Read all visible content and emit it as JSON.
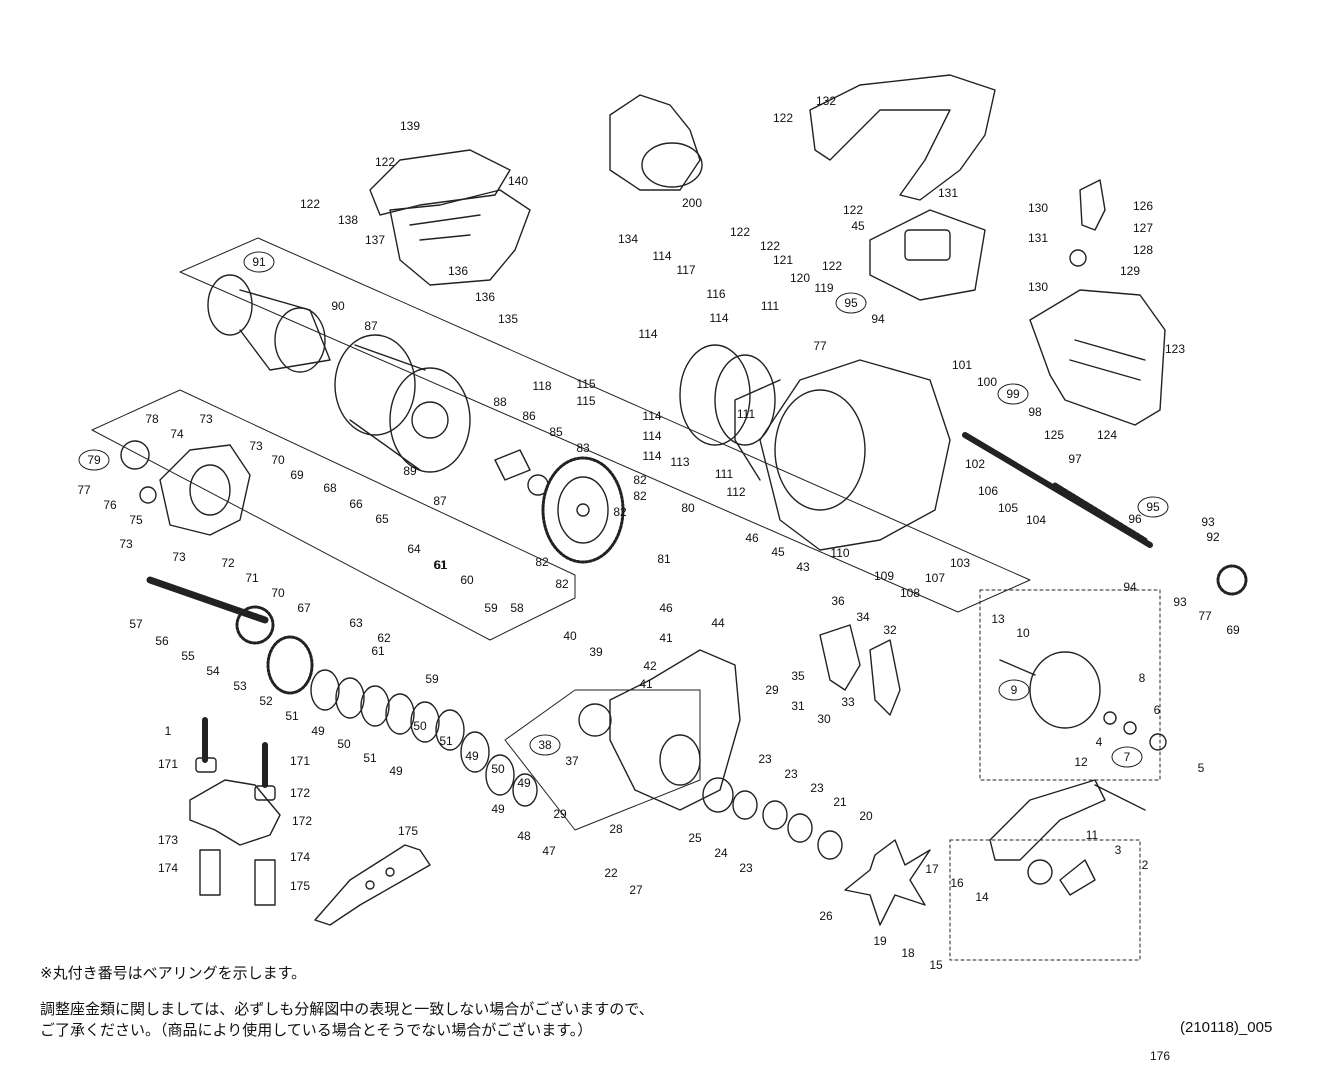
{
  "notes": {
    "bearing": "※丸付き番号はベアリングを示します。",
    "adjust_line1": "調整座金類に関しましては、必ずしも分解図中の表現と一致しない場合がございますので、",
    "adjust_line2": "ご了承ください。（商品により使用している場合とそうでない場合がございます。）"
  },
  "doc_code": "(210118)_005",
  "part_labels": [
    {
      "id": "139"
    },
    {
      "id": "122"
    },
    {
      "id": "122"
    },
    {
      "id": "138"
    },
    {
      "id": "137"
    },
    {
      "id": "136"
    },
    {
      "id": "136"
    },
    {
      "id": "140"
    },
    {
      "id": "200"
    },
    {
      "id": "134"
    },
    {
      "id": "135"
    },
    {
      "id": "132"
    },
    {
      "id": "122"
    },
    {
      "id": "122"
    },
    {
      "id": "131"
    },
    {
      "id": "130"
    },
    {
      "id": "131"
    },
    {
      "id": "45"
    },
    {
      "id": "126"
    },
    {
      "id": "127"
    },
    {
      "id": "128"
    },
    {
      "id": "129"
    },
    {
      "id": "130"
    },
    {
      "id": "123"
    },
    {
      "id": "91"
    },
    {
      "id": "90"
    },
    {
      "id": "87"
    },
    {
      "id": "114"
    },
    {
      "id": "117"
    },
    {
      "id": "118"
    },
    {
      "id": "122"
    },
    {
      "id": "122"
    },
    {
      "id": "121"
    },
    {
      "id": "120"
    },
    {
      "id": "122"
    },
    {
      "id": "116"
    },
    {
      "id": "111"
    },
    {
      "id": "119"
    },
    {
      "id": "95"
    },
    {
      "id": "94"
    },
    {
      "id": "77"
    },
    {
      "id": "114"
    },
    {
      "id": "114"
    },
    {
      "id": "115"
    },
    {
      "id": "115"
    },
    {
      "id": "114"
    },
    {
      "id": "114"
    },
    {
      "id": "114"
    },
    {
      "id": "113"
    },
    {
      "id": "111"
    },
    {
      "id": "112"
    },
    {
      "id": "111"
    },
    {
      "id": "101"
    },
    {
      "id": "100"
    },
    {
      "id": "99"
    },
    {
      "id": "98"
    },
    {
      "id": "125"
    },
    {
      "id": "124"
    },
    {
      "id": "88"
    },
    {
      "id": "86"
    },
    {
      "id": "85"
    },
    {
      "id": "83"
    },
    {
      "id": "89"
    },
    {
      "id": "87"
    },
    {
      "id": "82"
    },
    {
      "id": "82"
    },
    {
      "id": "80"
    },
    {
      "id": "82"
    },
    {
      "id": "81"
    },
    {
      "id": "82"
    },
    {
      "id": "82"
    },
    {
      "id": "102"
    },
    {
      "id": "97"
    },
    {
      "id": "106"
    },
    {
      "id": "105"
    },
    {
      "id": "104"
    },
    {
      "id": "96"
    },
    {
      "id": "95"
    },
    {
      "id": "93"
    },
    {
      "id": "92"
    },
    {
      "id": "110"
    },
    {
      "id": "109"
    },
    {
      "id": "108"
    },
    {
      "id": "107"
    },
    {
      "id": "103"
    },
    {
      "id": "94"
    },
    {
      "id": "93"
    },
    {
      "id": "77"
    },
    {
      "id": "69"
    },
    {
      "id": "78"
    },
    {
      "id": "73"
    },
    {
      "id": "74"
    },
    {
      "id": "79"
    },
    {
      "id": "77"
    },
    {
      "id": "76"
    },
    {
      "id": "75"
    },
    {
      "id": "73"
    },
    {
      "id": "73"
    },
    {
      "id": "73"
    },
    {
      "id": "70"
    },
    {
      "id": "69"
    },
    {
      "id": "68"
    },
    {
      "id": "66"
    },
    {
      "id": "65"
    },
    {
      "id": "72"
    },
    {
      "id": "71"
    },
    {
      "id": "70"
    },
    {
      "id": "67"
    },
    {
      "id": "64"
    },
    {
      "id": "61"
    },
    {
      "id": "60"
    },
    {
      "id": "63"
    },
    {
      "id": "62"
    },
    {
      "id": "59"
    },
    {
      "id": "58"
    },
    {
      "id": "61"
    },
    {
      "id": "59"
    },
    {
      "id": "46"
    },
    {
      "id": "45"
    },
    {
      "id": "43"
    },
    {
      "id": "46"
    },
    {
      "id": "44"
    },
    {
      "id": "61"
    },
    {
      "id": "57"
    },
    {
      "id": "56"
    },
    {
      "id": "55"
    },
    {
      "id": "54"
    },
    {
      "id": "53"
    },
    {
      "id": "52"
    },
    {
      "id": "51"
    },
    {
      "id": "49"
    },
    {
      "id": "50"
    },
    {
      "id": "51"
    },
    {
      "id": "49"
    },
    {
      "id": "50"
    },
    {
      "id": "51"
    },
    {
      "id": "49"
    },
    {
      "id": "50"
    },
    {
      "id": "49"
    },
    {
      "id": "49"
    },
    {
      "id": "48"
    },
    {
      "id": "47"
    },
    {
      "id": "40"
    },
    {
      "id": "39"
    },
    {
      "id": "41"
    },
    {
      "id": "42"
    },
    {
      "id": "41"
    },
    {
      "id": "36"
    },
    {
      "id": "34"
    },
    {
      "id": "32"
    },
    {
      "id": "35"
    },
    {
      "id": "33"
    },
    {
      "id": "29"
    },
    {
      "id": "31"
    },
    {
      "id": "30"
    },
    {
      "id": "38"
    },
    {
      "id": "37"
    },
    {
      "id": "23"
    },
    {
      "id": "23"
    },
    {
      "id": "23"
    },
    {
      "id": "21"
    },
    {
      "id": "20"
    },
    {
      "id": "29"
    },
    {
      "id": "28"
    },
    {
      "id": "25"
    },
    {
      "id": "24"
    },
    {
      "id": "23"
    },
    {
      "id": "22"
    },
    {
      "id": "27"
    },
    {
      "id": "26"
    },
    {
      "id": "19"
    },
    {
      "id": "18"
    },
    {
      "id": "17"
    },
    {
      "id": "16"
    },
    {
      "id": "15"
    },
    {
      "id": "14"
    },
    {
      "id": "13"
    },
    {
      "id": "10"
    },
    {
      "id": "9"
    },
    {
      "id": "8"
    },
    {
      "id": "6"
    },
    {
      "id": "4"
    },
    {
      "id": "7"
    },
    {
      "id": "5"
    },
    {
      "id": "12"
    },
    {
      "id": "11"
    },
    {
      "id": "3"
    },
    {
      "id": "2"
    },
    {
      "id": "1"
    },
    {
      "id": "171"
    },
    {
      "id": "171"
    },
    {
      "id": "172"
    },
    {
      "id": "172"
    },
    {
      "id": "173"
    },
    {
      "id": "174"
    },
    {
      "id": "174"
    },
    {
      "id": "175"
    },
    {
      "id": "175"
    },
    {
      "id": "176"
    }
  ]
}
